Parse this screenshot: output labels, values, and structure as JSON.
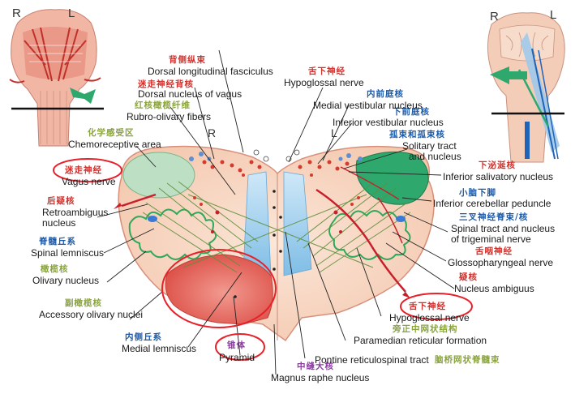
{
  "left_inset": {
    "label_r": "R",
    "label_l": "L"
  },
  "right_inset": {
    "label_r": "R",
    "label_l": "L"
  },
  "center_tags": {
    "r": "R",
    "l": "L"
  },
  "labels": {
    "dorsal_longitudinal": {
      "cn": "背侧纵束",
      "en": "Dorsal longitudinal fasciculus"
    },
    "dorsal_vagus": {
      "cn": "迷走神经背核",
      "en": "Dorsal nucleus of vagus"
    },
    "rubro_olivary": {
      "cn": "红核橄榄纤维",
      "en": "Rubro-olivary fibers"
    },
    "chemoreceptive": {
      "cn": "化学感受区",
      "en": "Chemoreceptive area"
    },
    "vagus_nerve": {
      "cn": "迷走神经",
      "en": "Vagus nerve"
    },
    "retroambiguus": {
      "cn": "后疑核",
      "en_1": "Retroambiguus",
      "en_2": "nucleus"
    },
    "spinal_lemniscus": {
      "cn": "脊髓丘系",
      "en": "Spinal lemniscus"
    },
    "olivary": {
      "cn": "橄榄核",
      "en": "Olivary nucleus"
    },
    "accessory_olivary": {
      "cn": "副橄榄核",
      "en": "Accessory olivary nuclei"
    },
    "medial_lemniscus": {
      "cn": "内侧丘系",
      "en": "Medial lemniscus"
    },
    "pyramid": {
      "cn": "锥体",
      "en": "Pyramid"
    },
    "magnus_raphe": {
      "cn": "中缝大核",
      "en": "Magnus raphe nucleus"
    },
    "pontine_reticulospinal": {
      "cn": "脑桥网状脊髓束",
      "en": "Pontine reticulospinal tract"
    },
    "paramedian_reticular": {
      "cn": "旁正中网状结构",
      "en": "Paramedian reticular formation"
    },
    "hypoglossal_bottom": {
      "cn": "舌下神经",
      "en": "Hypoglossal nerve"
    },
    "nucleus_ambiguus": {
      "cn": "疑核",
      "en": "Nucleus ambiguus"
    },
    "glossopharyngeal": {
      "cn": "舌咽神经",
      "en": "Glossopharyngeal nerve"
    },
    "spinal_trigeminal": {
      "cn": "三叉神经脊束/核",
      "en_1": "Spinal tract and nucleus",
      "en_2": "of trigeminal nerve"
    },
    "inferior_cerebellar": {
      "cn": "小脑下脚",
      "en": "Inferior cerebellar peduncle"
    },
    "inferior_salivatory": {
      "cn": "下泌涎核",
      "en": "Inferior salivatory nucleus"
    },
    "solitary": {
      "cn": "孤束和孤束核",
      "en_1": "Solitary tract",
      "en_2": "and nucleus"
    },
    "inferior_vestibular": {
      "cn": "下前庭核",
      "en": "Inferior  vestibular nucleus"
    },
    "medial_vestibular": {
      "cn": "内前庭核",
      "en": "Medial vestibular nucleus"
    },
    "hypoglossal_top": {
      "cn": "舌下神经",
      "en": "Hypoglossal nerve"
    }
  },
  "colors": {
    "pink": "#f9dcc9",
    "pyramid": "#e0605c",
    "green_area": "#2fa86e",
    "light_green": "#bde0c4",
    "blue": "#8ec6ec",
    "annotation": "#e8202a",
    "tract_green": "#5e8f3a"
  }
}
